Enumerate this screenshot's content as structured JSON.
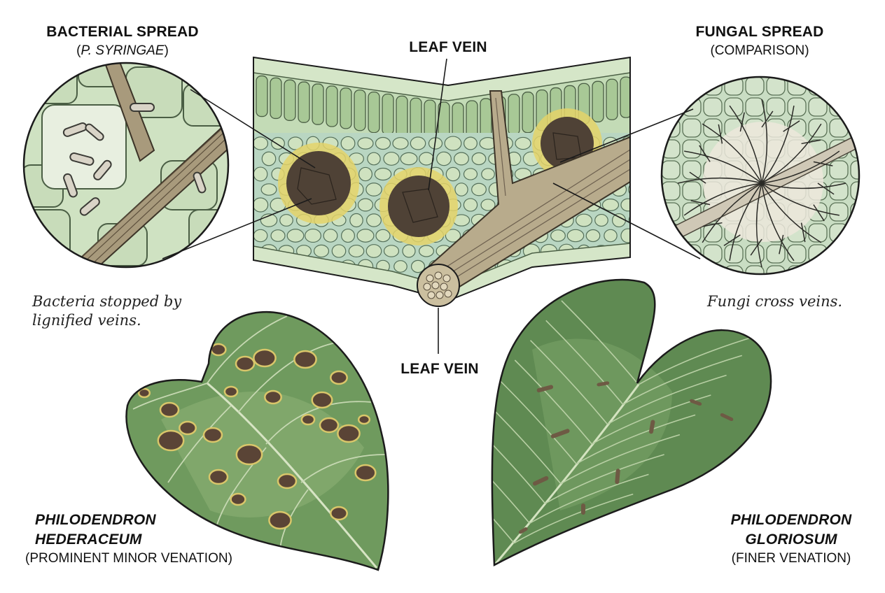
{
  "labels": {
    "bacterial_title": "BACTERIAL SPREAD",
    "bacterial_sub": "P. SYRINGAE",
    "fungal_title": "FUNGAL SPREAD",
    "fungal_sub": "(COMPARISON)",
    "leaf_vein_top": "LEAF VEIN",
    "leaf_vein_bottom": "LEAF VEIN",
    "bacteria_note_line1": "Bacteria stopped by",
    "bacteria_note_line2": "lignified veins.",
    "fungi_note": "Fungi cross veins.",
    "left_plant_name_line1": "PHILODENDRON",
    "left_plant_name_line2": "HEDERACEUM",
    "left_plant_desc": "(PROMINENT MINOR VENATION)",
    "right_plant_name_line1": "PHILODENDRON",
    "right_plant_name_line2": "GLORIOSUM",
    "right_plant_desc": "(FINER VENATION)"
  },
  "colors": {
    "leaf_green": "#6f9a5e",
    "cell_green": "#b9d4a8",
    "vein_tan": "#b7a98a",
    "lesion_brown": "#5a4738",
    "halo_yellow": "#e6d36a",
    "outline": "#1b1b1b"
  },
  "icons": [
    "bacteria-zoom-circle",
    "fungal-zoom-circle",
    "leaf-cross-section",
    "hederaceum-leaf",
    "gloriosum-leaf"
  ]
}
